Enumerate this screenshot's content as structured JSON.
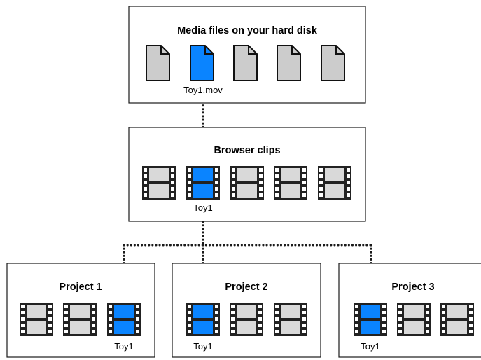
{
  "colors": {
    "highlight": "#0a84ff",
    "doc": "#cccccc",
    "frame": "#222222",
    "film_frame": "#d9d9d9"
  },
  "icons": {
    "file": "document-icon",
    "clip": "film-strip-icon"
  },
  "media_box": {
    "title": "Media files on your hard disk",
    "files": [
      {
        "highlight": false
      },
      {
        "highlight": true,
        "label": "Toy1.mov"
      },
      {
        "highlight": false
      },
      {
        "highlight": false
      },
      {
        "highlight": false
      }
    ]
  },
  "browser_box": {
    "title": "Browser clips",
    "clips": [
      {
        "highlight": false
      },
      {
        "highlight": true,
        "label": "Toy1"
      },
      {
        "highlight": false
      },
      {
        "highlight": false
      },
      {
        "highlight": false
      }
    ]
  },
  "projects": [
    {
      "title": "Project 1",
      "clips": [
        {
          "highlight": false
        },
        {
          "highlight": false
        },
        {
          "highlight": true,
          "label": "Toy1"
        }
      ]
    },
    {
      "title": "Project 2",
      "clips": [
        {
          "highlight": true,
          "label": "Toy1"
        },
        {
          "highlight": false
        },
        {
          "highlight": false
        }
      ]
    },
    {
      "title": "Project 3",
      "clips": [
        {
          "highlight": true,
          "label": "Toy1"
        },
        {
          "highlight": false
        },
        {
          "highlight": false
        }
      ]
    }
  ]
}
